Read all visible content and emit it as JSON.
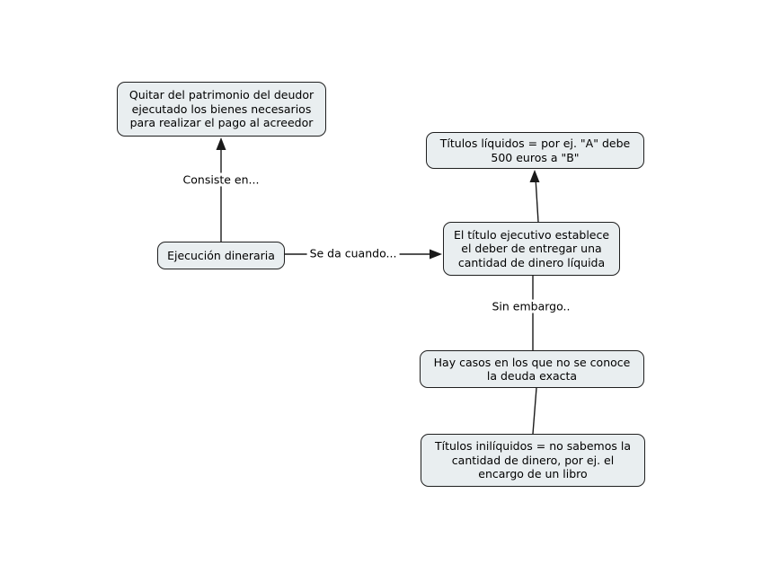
{
  "diagram": {
    "colors": {
      "canvas_background": "#ffffff",
      "node_fill": "#e9eef0",
      "node_border": "#1f1f1f",
      "line_color": "#1a1a1a",
      "text_color": "#000000"
    },
    "nodes": [
      {
        "id": "quitar",
        "text": "Quitar del patrimonio del deudor\nejecutado los bienes necesarios\npara realizar el pago al acreedor"
      },
      {
        "id": "ejecucion-dineraria",
        "text": "Ejecución dineraria"
      },
      {
        "id": "titulo-ejecutivo",
        "text": "El título ejecutivo establece\nel deber de entregar una\ncantidad de dinero líquida"
      },
      {
        "id": "titulos-liquidos",
        "text": "Títulos líquidos = por ej. \"A\" debe\n500 euros a \"B\""
      },
      {
        "id": "hay-casos",
        "text": "Hay casos en los que no se conoce\nla deuda exacta"
      },
      {
        "id": "titulos-iniliquidos",
        "text": "Títulos inilíquidos = no sabemos la\ncantidad de dinero, por ej. el\nencargo de un libro"
      }
    ],
    "links": [
      {
        "id": "consiste-en",
        "label": "Consiste en...",
        "from": "ejecucion-dineraria",
        "to": "quitar",
        "arrow": "up"
      },
      {
        "id": "se-da-cuando",
        "label": "Se da cuando...",
        "from": "ejecucion-dineraria",
        "to": "titulo-ejecutivo",
        "arrow": "right"
      },
      {
        "id": "titulo-a-liquidos",
        "label": "",
        "from": "titulo-ejecutivo",
        "to": "titulos-liquidos",
        "arrow": "up"
      },
      {
        "id": "sin-embargo",
        "label": "Sin embargo..",
        "from": "titulo-ejecutivo",
        "to": "hay-casos",
        "arrow": "none"
      },
      {
        "id": "casos-a-iniliquidos",
        "label": "",
        "from": "hay-casos",
        "to": "titulos-iniliquidos",
        "arrow": "none"
      }
    ]
  }
}
